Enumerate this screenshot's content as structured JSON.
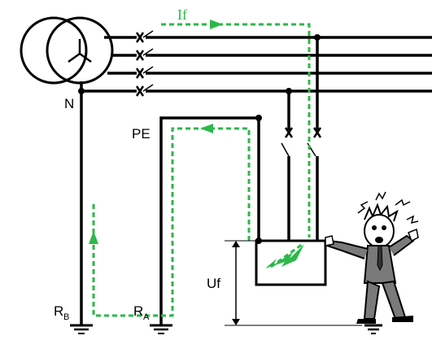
{
  "labels": {
    "fault_current": "If",
    "neutral": "N",
    "protective_earth": "PE",
    "fault_voltage": "Uf",
    "rb_main": "R",
    "rb_sub": "B",
    "ra_main": "R",
    "ra_sub": "A"
  },
  "colors": {
    "wire": "#000000",
    "fault_path": "#2db84a",
    "person_suit": "#7a7a7a"
  },
  "icons": {
    "transformer": "transformer-icon",
    "ground": "ground-icon",
    "person": "shocked-person-icon"
  }
}
